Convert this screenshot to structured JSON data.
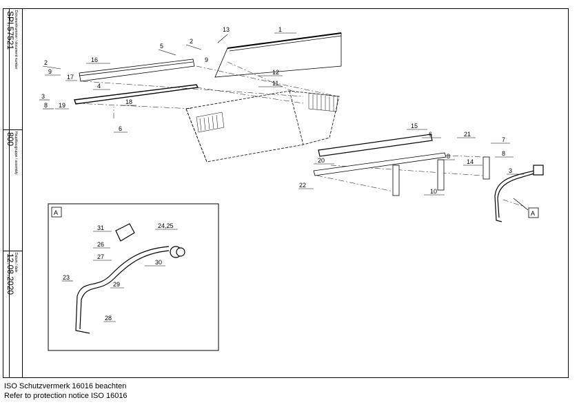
{
  "title_block": {
    "document_number_label": "Dokumentnummer / document number",
    "document_number": "SPI.57521",
    "assembly_label": "Hauptbaugruppe / assembly",
    "assembly": "800",
    "date_label": "Datum / date",
    "date": "12.08.2020"
  },
  "callouts": {
    "c1": "1",
    "c2a": "2",
    "c2b": "2",
    "c3a": "3",
    "c3b": "3",
    "c4": "4",
    "c5": "5",
    "c6a": "6",
    "c6b": "6",
    "c7": "7",
    "c8a": "8",
    "c8b": "8",
    "c8c": "8",
    "c9a": "9",
    "c9b": "9",
    "c10": "10",
    "c11": "11",
    "c12": "12",
    "c13": "13",
    "c14": "14",
    "c15": "15",
    "c16": "16",
    "c17": "17",
    "c18": "18",
    "c19": "19",
    "c20": "20",
    "c21": "21",
    "c22": "22",
    "c23": "23",
    "c24": "24,25",
    "c26": "26",
    "c27": "27",
    "c28": "28",
    "c29": "29",
    "c30": "30",
    "c31": "31"
  },
  "detail_view": {
    "label": "A",
    "reference_label": "A"
  },
  "footer": {
    "line_de": "ISO Schutzvermerk 16016 beachten",
    "line_en": "Refer to protection notice ISO 16016"
  }
}
